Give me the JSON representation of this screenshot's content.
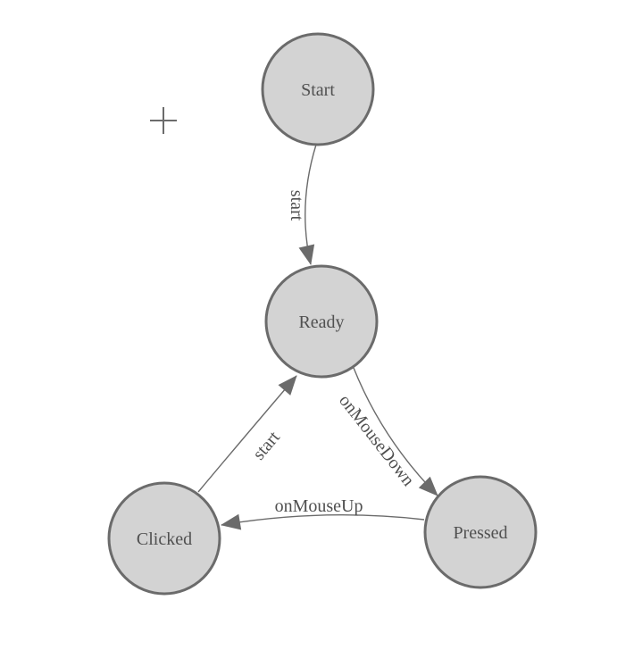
{
  "palette": {
    "node_fill": "#d3d3d3",
    "node_stroke": "#6b6b6b",
    "edge_color": "#6b6b6b",
    "label_color": "#505050"
  },
  "toolbar": {
    "add_icon": "plus"
  },
  "diagram": {
    "type": "state-machine",
    "nodes": [
      {
        "id": "start",
        "label": "Start"
      },
      {
        "id": "ready",
        "label": "Ready"
      },
      {
        "id": "clicked",
        "label": "Clicked"
      },
      {
        "id": "pressed",
        "label": "Pressed"
      }
    ],
    "edges": [
      {
        "id": "start-to-ready",
        "from": "start",
        "to": "ready",
        "label": "start"
      },
      {
        "id": "ready-to-pressed",
        "from": "ready",
        "to": "pressed",
        "label": "onMouseDown"
      },
      {
        "id": "pressed-to-clicked",
        "from": "pressed",
        "to": "clicked",
        "label": "onMouseUp"
      },
      {
        "id": "clicked-to-ready",
        "from": "clicked",
        "to": "ready",
        "label": "start"
      }
    ]
  }
}
